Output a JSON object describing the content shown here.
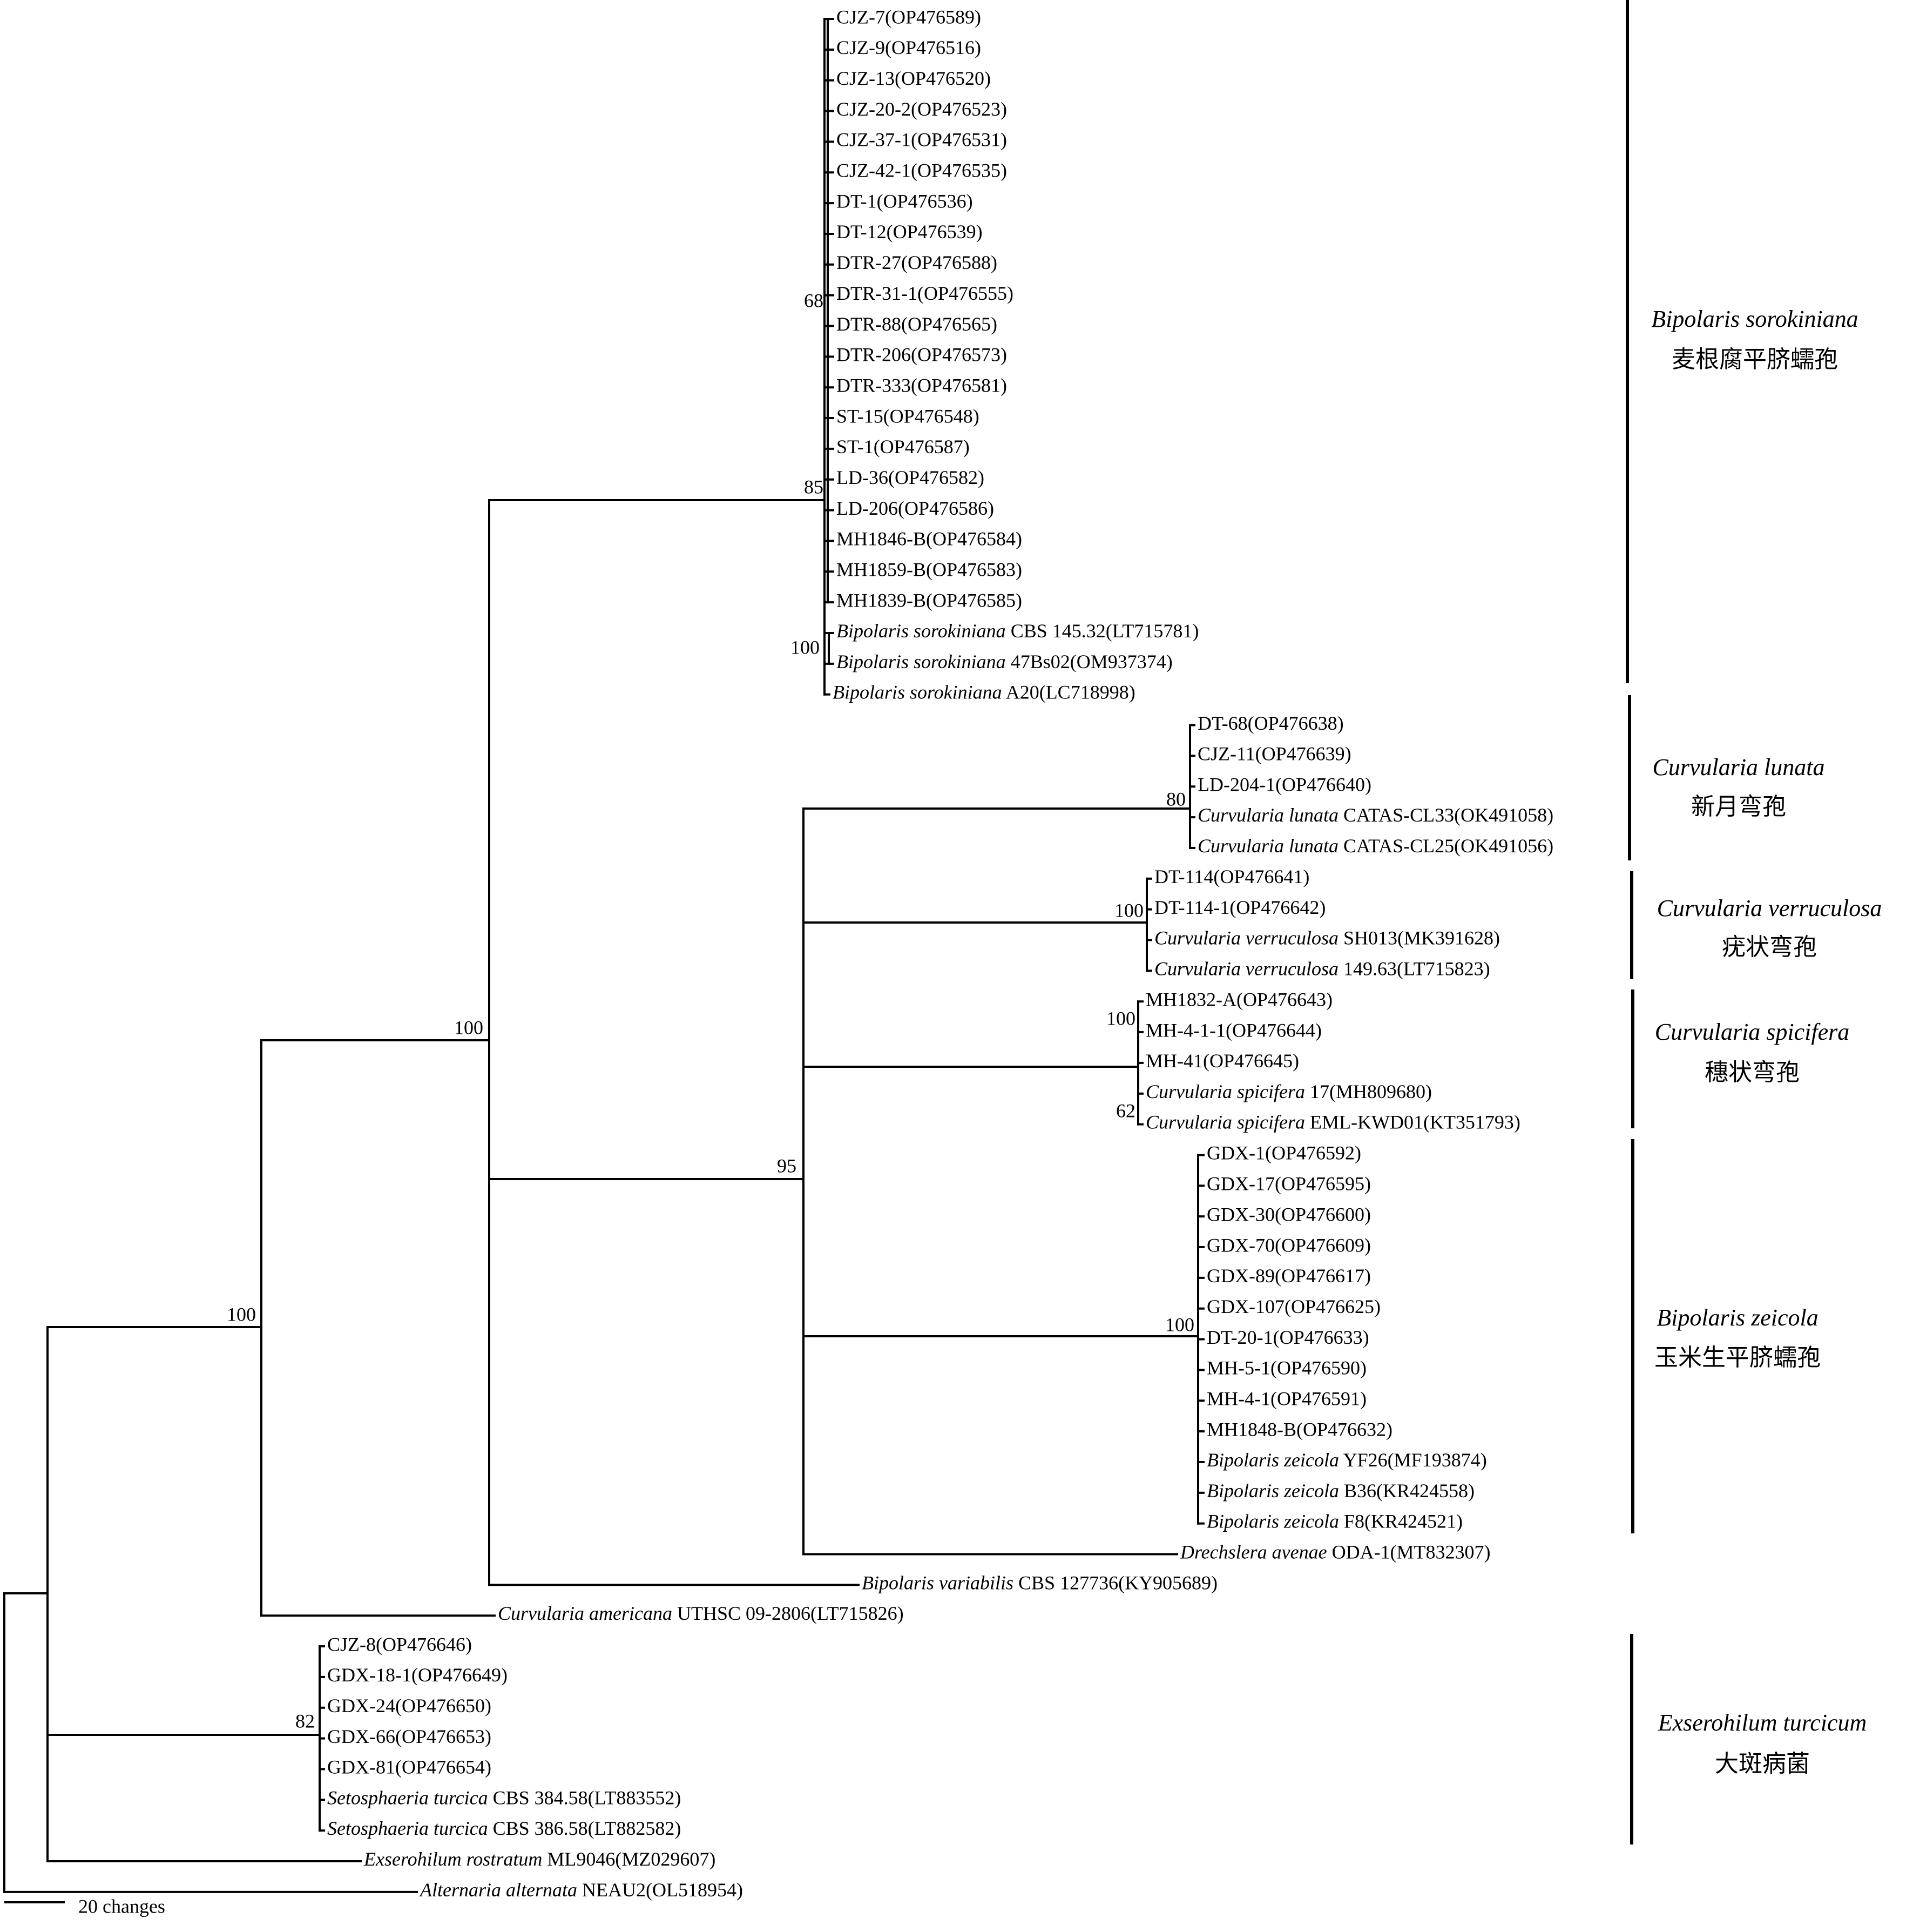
{
  "tips": [
    {
      "id": "t1",
      "label": "CJZ-7(OP476589)"
    },
    {
      "id": "t2",
      "label": "CJZ-9(OP476516)"
    },
    {
      "id": "t3",
      "label": "CJZ-13(OP476520)"
    },
    {
      "id": "t4",
      "label": "CJZ-20-2(OP476523)"
    },
    {
      "id": "t5",
      "label": "CJZ-37-1(OP476531)"
    },
    {
      "id": "t6",
      "label": "CJZ-42-1(OP476535)"
    },
    {
      "id": "t7",
      "label": "DT-1(OP476536)"
    },
    {
      "id": "t8",
      "label": "DT-12(OP476539)"
    },
    {
      "id": "t9",
      "label": "DTR-27(OP476588)"
    },
    {
      "id": "t10",
      "label": "DTR-31-1(OP476555)"
    },
    {
      "id": "t11",
      "label": "DTR-88(OP476565)"
    },
    {
      "id": "t12",
      "label": "DTR-206(OP476573)"
    },
    {
      "id": "t13",
      "label": "DTR-333(OP476581)"
    },
    {
      "id": "t14",
      "label": "ST-15(OP476548)"
    },
    {
      "id": "t15",
      "label": "ST-1(OP476587)"
    },
    {
      "id": "t16",
      "label": "LD-36(OP476582)"
    },
    {
      "id": "t17",
      "label": "LD-206(OP476586)"
    },
    {
      "id": "t18",
      "label": "MH1846-B(OP476584)"
    },
    {
      "id": "t19",
      "label": "MH1859-B(OP476583)"
    },
    {
      "id": "t20",
      "label": "MH1839-B(OP476585)"
    },
    {
      "id": "t21",
      "species": "Bipolaris sorokiniana",
      "rest": " CBS 145.32(LT715781)"
    },
    {
      "id": "t22",
      "species": "Bipolaris sorokiniana",
      "rest": " 47Bs02(OM937374)"
    },
    {
      "id": "t23",
      "species": "Bipolaris sorokiniana",
      "rest": " A20(LC718998)"
    },
    {
      "id": "t24",
      "label": "DT-68(OP476638)"
    },
    {
      "id": "t25",
      "label": "CJZ-11(OP476639)"
    },
    {
      "id": "t26",
      "label": "LD-204-1(OP476640)"
    },
    {
      "id": "t27",
      "species": "Curvularia lunata",
      "rest": " CATAS-CL33(OK491058)"
    },
    {
      "id": "t28",
      "species": "Curvularia lunata",
      "rest": " CATAS-CL25(OK491056)"
    },
    {
      "id": "t29",
      "label": "DT-114(OP476641)"
    },
    {
      "id": "t30",
      "label": "DT-114-1(OP476642)"
    },
    {
      "id": "t31",
      "species": "Curvularia verruculosa",
      "rest": " SH013(MK391628)"
    },
    {
      "id": "t32",
      "species": "Curvularia verruculosa",
      "rest": " 149.63(LT715823)"
    },
    {
      "id": "t33",
      "label": "MH1832-A(OP476643)"
    },
    {
      "id": "t34",
      "label": "MH-4-1-1(OP476644)"
    },
    {
      "id": "t35",
      "label": "MH-41(OP476645)"
    },
    {
      "id": "t36",
      "species": "Curvularia spicifera",
      "rest": " 17(MH809680)"
    },
    {
      "id": "t37",
      "species": "Curvularia spicifera",
      "rest": " EML-KWD01(KT351793)"
    },
    {
      "id": "t38",
      "label": "GDX-1(OP476592)"
    },
    {
      "id": "t39",
      "label": "GDX-17(OP476595)"
    },
    {
      "id": "t40",
      "label": "GDX-30(OP476600)"
    },
    {
      "id": "t41",
      "label": "GDX-70(OP476609)"
    },
    {
      "id": "t42",
      "label": "GDX-89(OP476617)"
    },
    {
      "id": "t43",
      "label": "GDX-107(OP476625)"
    },
    {
      "id": "t44",
      "label": "DT-20-1(OP476633)"
    },
    {
      "id": "t45",
      "label": "MH-5-1(OP476590)"
    },
    {
      "id": "t46",
      "label": "MH-4-1(OP476591)"
    },
    {
      "id": "t47",
      "label": "MH1848-B(OP476632)"
    },
    {
      "id": "t48",
      "species": "Bipolaris zeicola",
      "rest": " YF26(MF193874)"
    },
    {
      "id": "t49",
      "species": "Bipolaris zeicola",
      "rest": " B36(KR424558)"
    },
    {
      "id": "t50",
      "species": "Bipolaris zeicola",
      "rest": " F8(KR424521)"
    },
    {
      "id": "t51",
      "species": "Drechslera avenae",
      "rest": " ODA-1(MT832307)"
    },
    {
      "id": "t52",
      "species": "Bipolaris variabilis",
      "rest": " CBS 127736(KY905689)"
    },
    {
      "id": "t53",
      "species": "Curvularia americana",
      "rest": " UTHSC 09-2806(LT715826)"
    },
    {
      "id": "t54",
      "label": "CJZ-8(OP476646)"
    },
    {
      "id": "t55",
      "label": "GDX-18-1(OP476649)"
    },
    {
      "id": "t56",
      "label": "GDX-24(OP476650)"
    },
    {
      "id": "t57",
      "label": "GDX-66(OP476653)"
    },
    {
      "id": "t58",
      "label": "GDX-81(OP476654)"
    },
    {
      "id": "t59",
      "species": "Setosphaeria turcica",
      "rest": " CBS 384.58(LT883552)"
    },
    {
      "id": "t60",
      "species": "Setosphaeria turcica",
      "rest": " CBS 386.58(LT882582)"
    },
    {
      "id": "t61",
      "species": "Exserohilum rostratum",
      "rest": " ML9046(MZ029607)"
    },
    {
      "id": "t62",
      "species": "Alternaria alternata",
      "rest": "  NEAU2(OL518954)"
    }
  ],
  "support_values": {
    "sorokiniana_inner": "68",
    "sorokiniana": "85",
    "sorokiniana_ref": "100",
    "lunata": "80",
    "verruculosa": "100",
    "spicifera": "100",
    "spicifera_ref": "62",
    "zeicola": "100",
    "curvularia_bipolaris_group": "95",
    "bipolaris_curvularia": "100",
    "ingroup": "100",
    "turcicum": "82"
  },
  "clades": [
    {
      "id": "bs",
      "latin": "Bipolaris sorokiniana",
      "chinese": "麦根腐平脐蠕孢"
    },
    {
      "id": "cl",
      "latin": "Curvularia lunata",
      "chinese": "新月弯孢"
    },
    {
      "id": "cv",
      "latin": "Curvularia verruculosa",
      "chinese": "疣状弯孢"
    },
    {
      "id": "cs",
      "latin": "Curvularia spicifera",
      "chinese": "穗状弯孢"
    },
    {
      "id": "bz",
      "latin": "Bipolaris zeicola",
      "chinese": "玉米生平脐蠕孢"
    },
    {
      "id": "et",
      "latin": "Exserohilum turcicum",
      "chinese": "大斑病菌"
    }
  ],
  "scale_bar": {
    "label": "20 changes"
  }
}
